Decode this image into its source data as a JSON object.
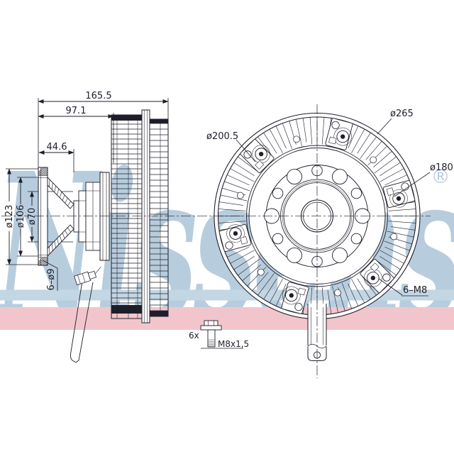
{
  "drawing": {
    "watermark": {
      "text": "Nissens",
      "symbol": "®"
    },
    "side_view": {
      "dim_total_width": "165.5",
      "dim_body_width": "97.1",
      "dim_hub_width": "44.6",
      "dim_flange_dia": "ø123",
      "dim_bolt_circle_dia": "ø106",
      "dim_pilot_dia": "ø70",
      "dim_flange_holes": "6–ø9"
    },
    "front_view": {
      "dim_fin_inner_dia": "ø200.5",
      "dim_outer_dia": "ø265",
      "dim_ring_dia": "ø180",
      "dim_thread_holes": "6–M8"
    },
    "bolt_detail": {
      "quantity": "6x",
      "thread_spec": "M8x1,5"
    },
    "colors": {
      "line": "#1e1e2a",
      "watermark": "#b7cdde",
      "band_blue": "#c3d6e3",
      "band_pink": "#f2c5cd"
    }
  }
}
